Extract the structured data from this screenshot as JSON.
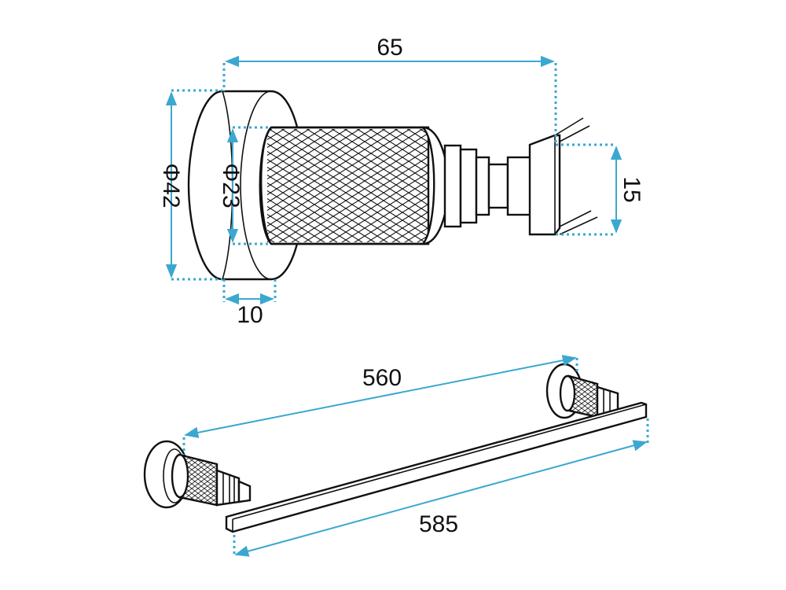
{
  "diagram": {
    "accent_color": "#3aa8d0",
    "ink_color": "#111111",
    "detail_view": {
      "dimensions": {
        "length": "65",
        "base_diameter": "Φ42",
        "knurl_diameter": "Φ23",
        "base_depth": "10",
        "bar_height": "15"
      }
    },
    "overall_view": {
      "dimensions": {
        "support_span": "560",
        "bar_length": "585"
      }
    }
  }
}
